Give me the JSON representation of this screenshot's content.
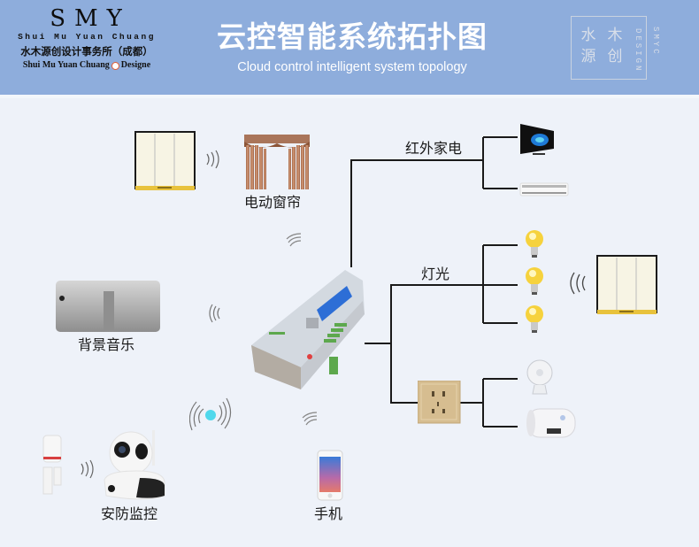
{
  "header": {
    "logo": {
      "brand": "SMY",
      "romanized": "Shui Mu Yuan Chuang",
      "company_cn": "水木源创设计事务所（成都）",
      "tagline_prefix": "Shui Mu Yuan Chuang",
      "tagline_suffix": "Designe"
    },
    "title_cn": "云控智能系统拓扑图",
    "title_en": "Cloud control intelligent system topology",
    "stamp": {
      "chars": [
        "水",
        "木",
        "源",
        "创"
      ],
      "vertical_text_1": "DESIGN",
      "vertical_text_2": "SMYC"
    }
  },
  "colors": {
    "header_bg": "#8eaddc",
    "page_bg": "#eef2f9",
    "line": "#1a1a1a",
    "signal_accent": "#4fd8ec"
  },
  "hub": {
    "name": "cloud-control-host",
    "label": ""
  },
  "left_devices": [
    {
      "id": "wall-switch",
      "label": ""
    },
    {
      "id": "curtain",
      "label": "电动窗帘"
    },
    {
      "id": "speaker",
      "label": "背景音乐"
    },
    {
      "id": "camera",
      "label": "安防监控"
    },
    {
      "id": "sensors",
      "label": ""
    },
    {
      "id": "phone",
      "label": "手机"
    }
  ],
  "branches": [
    {
      "id": "ir",
      "label": "红外家电",
      "devices": [
        "television",
        "air-conditioner"
      ]
    },
    {
      "id": "lighting",
      "label": "灯光",
      "devices": [
        "bulb",
        "bulb",
        "bulb"
      ],
      "remote": "wall-switch"
    },
    {
      "id": "socket",
      "label": "",
      "devices": [
        "fan",
        "water-heater"
      ]
    }
  ]
}
